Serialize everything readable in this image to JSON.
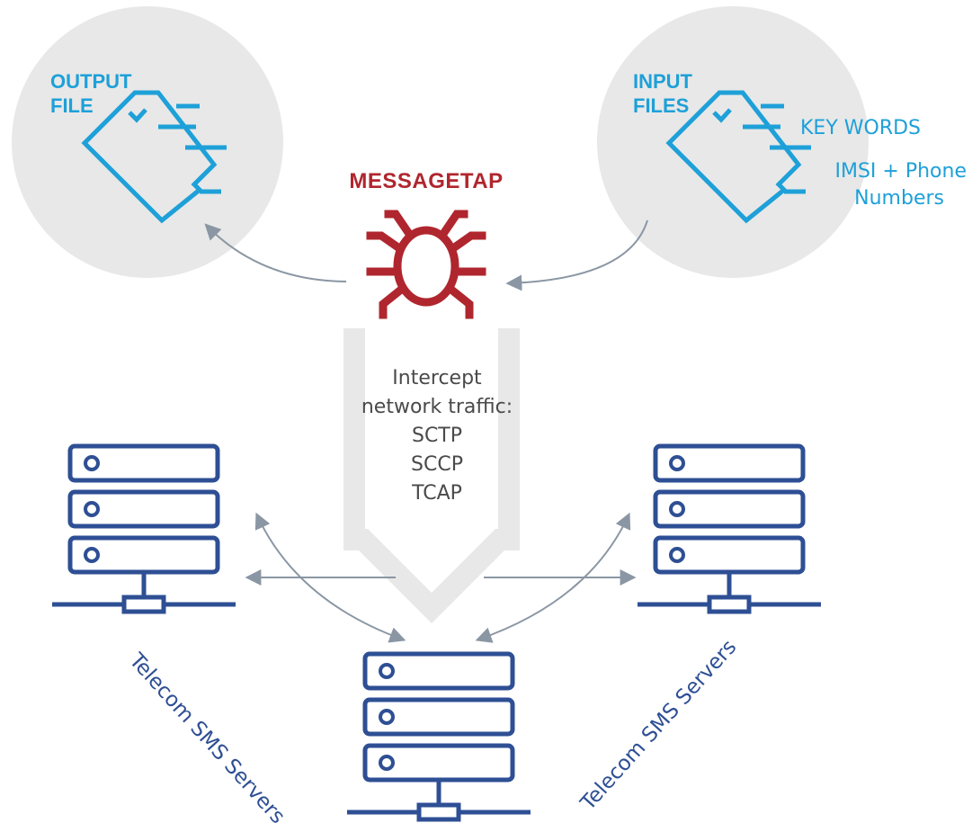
{
  "output_file": {
    "line1": "OUTPUT",
    "line2": "FILE"
  },
  "input_files": {
    "line1": "INPUT",
    "line2": "FILES",
    "keywords": "KEY WORDS",
    "imsi_line1": "IMSI + Phone",
    "imsi_line2": "Numbers"
  },
  "messagetap": {
    "title": "MESSAGETAP"
  },
  "intercept": {
    "line1": "Intercept",
    "line2": "network traffic:",
    "protocols": [
      "SCTP",
      "SCCP",
      "TCAP"
    ]
  },
  "servers": {
    "left_label": "Telecom SMS Servers",
    "right_label": "Telecom SMS Servers"
  },
  "colors": {
    "bug_red": "#b0262e",
    "file_blue": "#1ea0d8",
    "server_navy": "#2e4f94",
    "circle_gray": "#e8e8e8",
    "arrow_gray": "#8a96a3"
  }
}
